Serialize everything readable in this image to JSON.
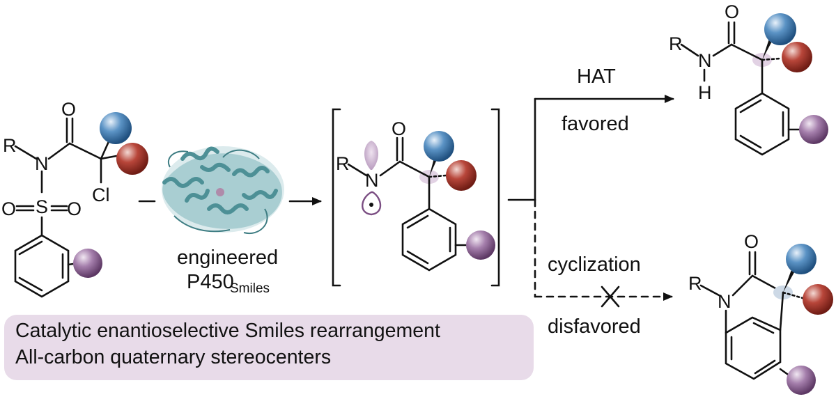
{
  "atoms": {
    "R": "R",
    "N": "N",
    "O": "O",
    "S": "S",
    "Cl": "Cl",
    "H": "H"
  },
  "enzyme": {
    "label_line1": "engineered",
    "label_line2_main": "P450",
    "label_line2_sub": "Smiles"
  },
  "pathways": {
    "upper_top": "HAT",
    "upper_bottom": "favored",
    "lower_top": "cyclization",
    "lower_bottom": "disfavored"
  },
  "caption": {
    "line1": "Catalytic enantioselective Smiles rearrangement",
    "line2": "All-carbon quaternary stereocenters"
  },
  "colors": {
    "blue_sphere": "#3b75a6",
    "red_sphere": "#a33226",
    "purple_sphere": "#8a5c91",
    "orbital": "#c9b2cd",
    "caption_bg": "#e8dbe9",
    "protein": "#6aaab0"
  }
}
